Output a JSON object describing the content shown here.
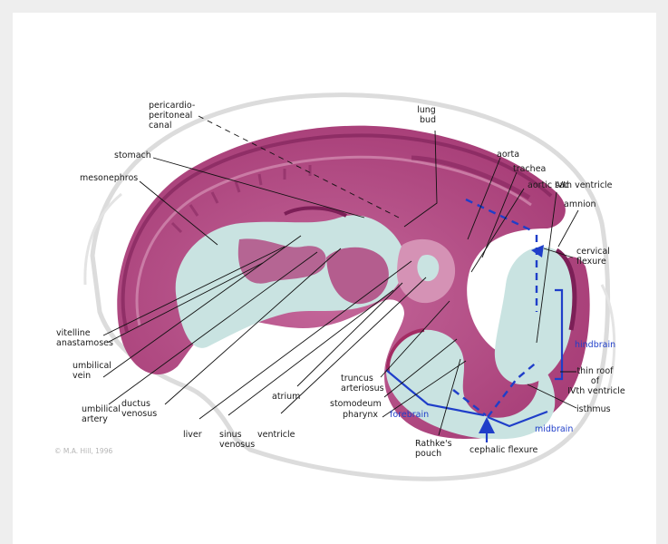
{
  "labels": {
    "pericardio_peritoneal": [
      "pericardio-",
      "peritoneal",
      "canal"
    ],
    "lung_bud": [
      "lung",
      "bud"
    ],
    "stomach": "stomach",
    "aorta": "aorta",
    "trachea": "trachea",
    "aortic_sac": "aortic sac",
    "mesonephros": "mesonephros",
    "ivth_ventricle": "IVth ventricle",
    "amnion": "amnion",
    "cervical_flexure": [
      "cervical",
      "flexure"
    ],
    "hindbrain": "hindbrain",
    "vitelline": [
      "vitelline",
      "anastamoses"
    ],
    "umbilical_vein": [
      "umbilical",
      "vein"
    ],
    "umbilical_artery": [
      "umbilical",
      "artery"
    ],
    "ductus_venosus": [
      "ductus",
      "venosus"
    ],
    "liver": "liver",
    "sinus_venosus": [
      "sinus",
      "venosus"
    ],
    "atrium": "atrium",
    "ventricle": "ventricle",
    "truncus_arteriosus": [
      "truncus",
      "arteriosus"
    ],
    "stomodeum": "stomodeum",
    "pharynx": "pharynx",
    "forebrain": "forebrain",
    "rathkes_pouch": [
      "Rathke's",
      "pouch"
    ],
    "cephalic_flexure": "cephalic flexure",
    "midbrain": "midbrain",
    "isthmus": "isthmus",
    "thin_roof": [
      "thin roof",
      "of",
      "IVth ventricle"
    ]
  },
  "copyright": "© M.A. Hill, 1996",
  "colors": {
    "tissue": "#b0457f",
    "tissue_light": "#d592b5",
    "tissue_dark": "#7c1f57",
    "cavity": "#c9e3e1",
    "annotation_blue": "#1f3ec9"
  }
}
